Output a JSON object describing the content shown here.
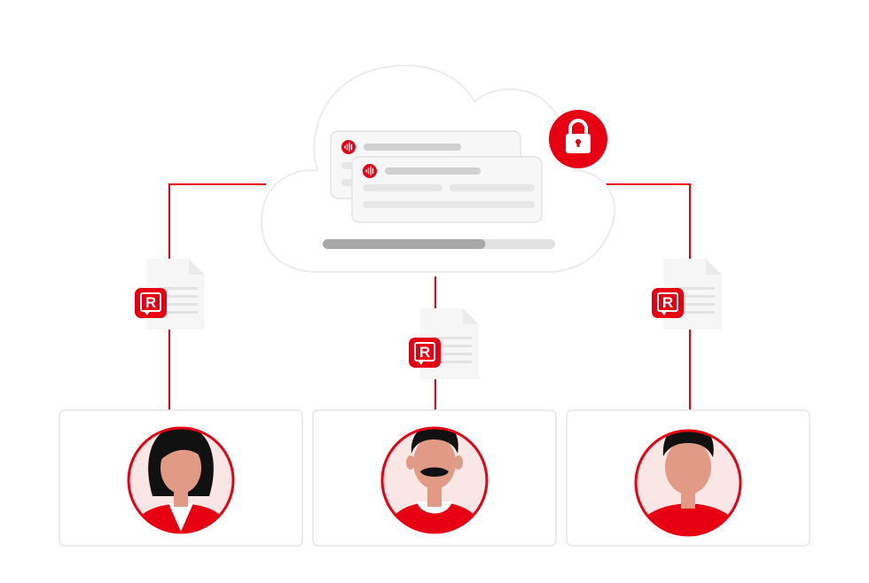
{
  "colors": {
    "accent": "#e60012",
    "background": "#ffffff",
    "cloud_fill": "#ffffff",
    "cloud_stroke": "#ececec",
    "card_fill": "#f7f7f7",
    "card_stroke": "#e4e4e4",
    "placeholder_dark": "#d0d0d0",
    "placeholder_light": "#e6e6e6",
    "progress_track": "#e2e2e2",
    "progress_fill": "#a8a8a8",
    "doc_fill": "#f6f6f6",
    "doc_lines": "#e3e3e3",
    "panel_fill": "#ffffff",
    "panel_stroke": "#e6e6e6",
    "avatar_bg": "#fbe6e6",
    "skin": "#e19a85",
    "hair": "#111111",
    "shirt_white": "#ffffff"
  },
  "cloud": {
    "icon": "cloud-icon",
    "lock_icon": "lock-icon",
    "recording_icon": "audio-wave-icon",
    "upload_progress": 0.7
  },
  "documents": [
    {
      "icon": "document-icon",
      "badge_icon": "r-logo-icon",
      "letter": "R"
    },
    {
      "icon": "document-icon",
      "badge_icon": "r-logo-icon",
      "letter": "R"
    },
    {
      "icon": "document-icon",
      "badge_icon": "r-logo-icon",
      "letter": "R"
    }
  ],
  "users": [
    {
      "icon": "woman-avatar-icon"
    },
    {
      "icon": "mustache-man-avatar-icon"
    },
    {
      "icon": "man-avatar-icon"
    }
  ]
}
